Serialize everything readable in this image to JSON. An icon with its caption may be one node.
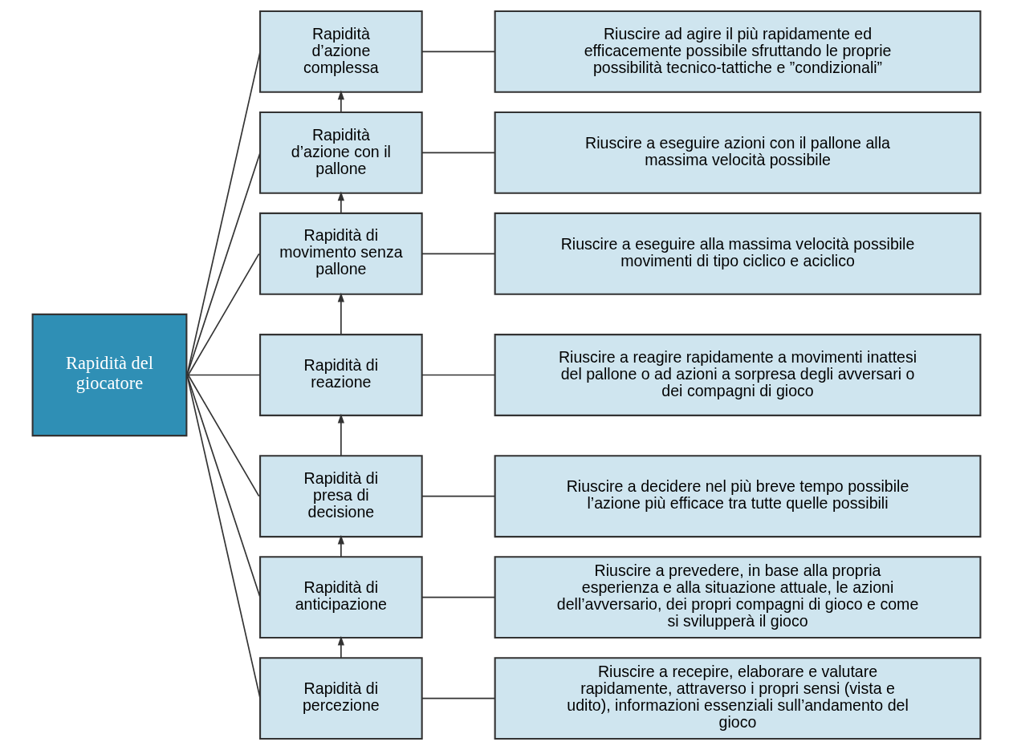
{
  "diagram": {
    "nodes": [
      {
        "text": [
          "Rapidità del giocatore"
        ]
      },
      {
        "text": [
          "Rapidità d’azione complessa"
        ]
      },
      {
        "text": [
          "Rapidità d’azione con il pallone"
        ]
      },
      {
        "text": [
          "Rapidità di movimento senza pallone"
        ]
      },
      {
        "text": [
          "Rapidità di reazione"
        ]
      },
      {
        "text": [
          "Rapidità di presa di decisione"
        ]
      },
      {
        "text": [
          "Rapidità di anticipazione"
        ]
      },
      {
        "text": [
          "Rapidità di percezione"
        ]
      },
      {
        "text": [
          "Riuscire ad agire il più rapidamente ed efficacemente possibile sfruttando le proprie possibilità tecnico-tattiche e ”condizionali”"
        ]
      },
      {
        "text": [
          "Riuscire a eseguire azioni con il pallone alla massima velocità possibile"
        ]
      },
      {
        "text": [
          "Riuscire a eseguire alla massima velocità possibile movimenti di tipo ciclico e aciclico"
        ]
      },
      {
        "text": [
          "Riuscire a reagire rapidamente a movimenti inattesi del pallone o ad azioni a sorpresa degli avversari o dei compagni di gioco"
        ]
      },
      {
        "text": [
          "Riuscire a decidere nel più breve tempo possibile l’azione più efficace tra tutte quelle possibili"
        ]
      },
      {
        "text": [
          "Riuscire a prevedere, in base alla propria esperienza e alla situazione attuale, le azioni dell’avversario, dei propri compagni di gioco e come si svilupperà il gioco"
        ]
      },
      {
        "text": [
          "Riuscire a recepire, elaborare e valutare rapidamente, attraverso i propri sensi (vista e udito), informazioni essenziali sull’andamento del gioco"
        ]
      }
    ],
    "edges": [
      {
        "from": 0,
        "to": 1,
        "arrow": "none"
      },
      {
        "from": 0,
        "to": 2,
        "arrow": "none"
      },
      {
        "from": 0,
        "to": 3,
        "arrow": "none"
      },
      {
        "from": 0,
        "to": 4,
        "arrow": "none"
      },
      {
        "from": 0,
        "to": 5,
        "arrow": "none"
      },
      {
        "from": 0,
        "to": 6,
        "arrow": "none"
      },
      {
        "from": 0,
        "to": 7,
        "arrow": "none"
      },
      {
        "from": 7,
        "to": 6,
        "arrow": "to"
      },
      {
        "from": 6,
        "to": 5,
        "arrow": "to"
      },
      {
        "from": 5,
        "to": 4,
        "arrow": "to"
      },
      {
        "from": 4,
        "to": 3,
        "arrow": "to"
      },
      {
        "from": 3,
        "to": 2,
        "arrow": "to"
      },
      {
        "from": 2,
        "to": 1,
        "arrow": "to"
      },
      {
        "from": 1,
        "to": 8,
        "arrow": "none"
      },
      {
        "from": 2,
        "to": 9,
        "arrow": "none"
      },
      {
        "from": 3,
        "to": 10,
        "arrow": "none"
      },
      {
        "from": 4,
        "to": 11,
        "arrow": "none"
      },
      {
        "from": 5,
        "to": 12,
        "arrow": "none"
      },
      {
        "from": 6,
        "to": 13,
        "arrow": "none"
      },
      {
        "from": 7,
        "to": 14,
        "arrow": "none"
      }
    ]
  }
}
